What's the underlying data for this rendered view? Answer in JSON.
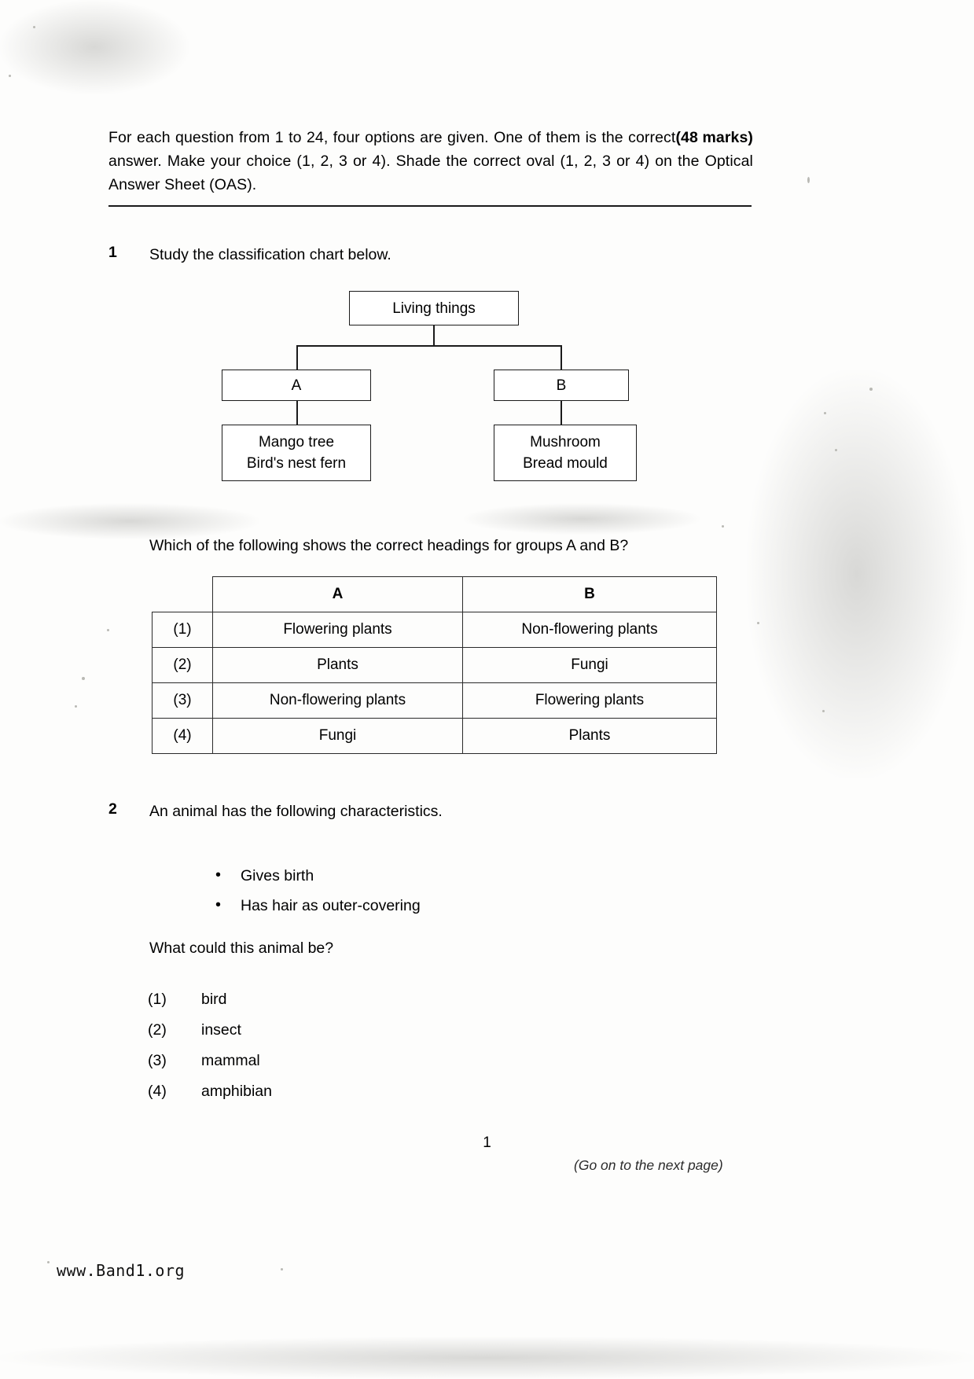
{
  "intro": {
    "text": "For each question from 1 to 24, four options are given. One of them is the correct answer. Make your choice (1, 2, 3 or 4). Shade the correct oval (1, 2, 3 or 4) on the Optical Answer Sheet (OAS).",
    "marks": "(48 marks)"
  },
  "question1": {
    "number": "1",
    "stem": "Study the classification chart below.",
    "chart": {
      "root": "Living things",
      "group_a_label": "A",
      "group_b_label": "B",
      "group_a_items": [
        "Mango tree",
        "Bird's nest fern"
      ],
      "group_b_items": [
        "Mushroom",
        "Bread mould"
      ]
    },
    "lead_in": "Which of the following shows the correct headings for groups A and B?",
    "table": {
      "headers": [
        "",
        "A",
        "B"
      ],
      "rows": [
        {
          "num": "(1)",
          "a": "Flowering plants",
          "b": "Non-flowering plants"
        },
        {
          "num": "(2)",
          "a": "Plants",
          "b": "Fungi"
        },
        {
          "num": "(3)",
          "a": "Non-flowering plants",
          "b": "Flowering plants"
        },
        {
          "num": "(4)",
          "a": "Fungi",
          "b": "Plants"
        }
      ]
    }
  },
  "question2": {
    "number": "2",
    "stem": "An animal has the following characteristics.",
    "bullets": [
      "Gives birth",
      "Has hair as outer-covering"
    ],
    "lead_in": "What could this animal be?",
    "choices": [
      {
        "label": "(1)",
        "text": "bird"
      },
      {
        "label": "(2)",
        "text": "insect"
      },
      {
        "label": "(3)",
        "text": "mammal"
      },
      {
        "label": "(4)",
        "text": "amphibian"
      }
    ]
  },
  "footer": {
    "page_number": "1",
    "continue_note": "(Go on to the next page)",
    "watermark": "www.Band1.org"
  }
}
